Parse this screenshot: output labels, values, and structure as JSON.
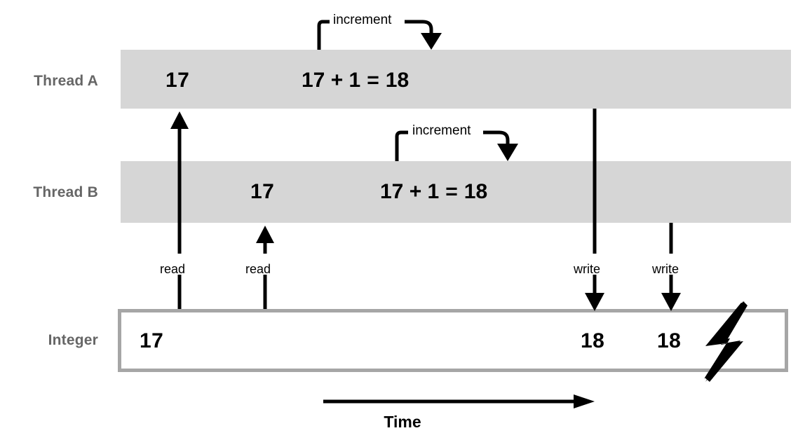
{
  "diagram": {
    "title_concept": "race-condition-timeline",
    "rows": [
      {
        "label": "Thread A",
        "value": "17",
        "equation_left": "17 + 1",
        "equation_right": "18",
        "annotation": "increment"
      },
      {
        "label": "Thread B",
        "value": "17",
        "equation_left": "17 + 1",
        "equation_right": "18",
        "annotation": "increment"
      },
      {
        "label": "Integer"
      }
    ],
    "integer_box": {
      "initial_value": "17",
      "written_values": [
        "18",
        "18"
      ],
      "hazard_icon": "lightning-bolt-icon"
    },
    "operations": [
      {
        "kind": "read",
        "label": "read"
      },
      {
        "kind": "read",
        "label": "read"
      },
      {
        "kind": "write",
        "label": "write"
      },
      {
        "kind": "write",
        "label": "write"
      }
    ],
    "axis": {
      "label": "Time",
      "direction": "left-to-right"
    },
    "colors": {
      "band": "#d6d6d6",
      "label_gray": "#666666",
      "box_border": "#a6a6a6",
      "ink": "#000000",
      "background": "#ffffff"
    }
  }
}
